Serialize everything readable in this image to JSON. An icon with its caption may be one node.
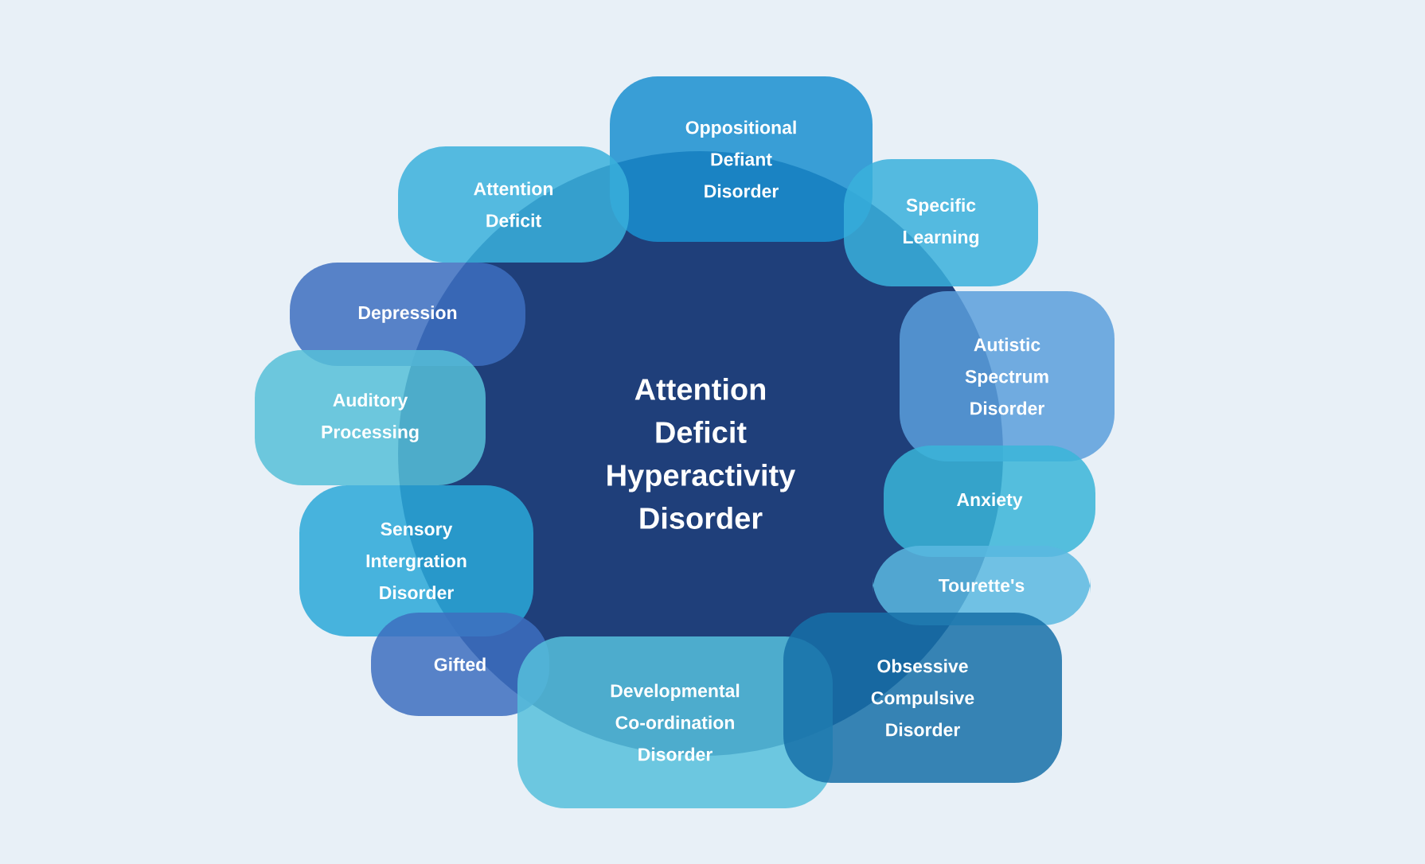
{
  "diagram": {
    "nodes": [
      {
        "text": [
          "Attention Deficit Hyperactivity Disorder"
        ]
      },
      {
        "text": [
          "Oppositional Defiant Disorder"
        ]
      },
      {
        "text": [
          "Attention Deficit"
        ]
      },
      {
        "text": [
          "Specific Learning"
        ]
      },
      {
        "text": [
          "Depression"
        ]
      },
      {
        "text": [
          "Autistic Spectrum Disorder"
        ]
      },
      {
        "text": [
          "Auditory Processing"
        ]
      },
      {
        "text": [
          "Anxiety"
        ]
      },
      {
        "text": [
          "Sensory Intergration Disorder"
        ]
      },
      {
        "text": [
          "Tourette's"
        ]
      },
      {
        "text": [
          "Gifted"
        ]
      },
      {
        "text": [
          "Developmental Co-ordination Disorder"
        ]
      },
      {
        "text": [
          "Obsessive Compulsive Disorder"
        ]
      }
    ],
    "edges": []
  }
}
